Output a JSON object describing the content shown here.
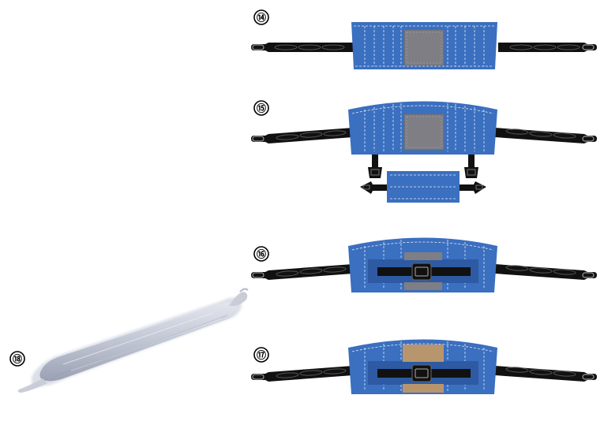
{
  "figure": {
    "background": "#ffffff",
    "colors": {
      "pad_blue": "#3b6fbf",
      "pad_blue_dark": "#2d5aa3",
      "stitch": "#ffffff",
      "patch_gray": "#7e7e84",
      "patch_tan": "#b8956d",
      "strap": "#111111",
      "metal": "#9a9a9a",
      "roll": "#c5cad6"
    },
    "steps": [
      {
        "label": "⑭",
        "variant": "flat-pad-gray-patch"
      },
      {
        "label": "⑮",
        "variant": "curved-pad-with-detachable-buckle-piece"
      },
      {
        "label": "⑯",
        "variant": "curved-pad-buckled-gray-patch"
      },
      {
        "label": "⑰",
        "variant": "curved-pad-buckled-tan-patch"
      },
      {
        "label": "⑱",
        "variant": "rolled-fabric-tube",
        "icon": "rolled-tube-icon"
      }
    ]
  }
}
